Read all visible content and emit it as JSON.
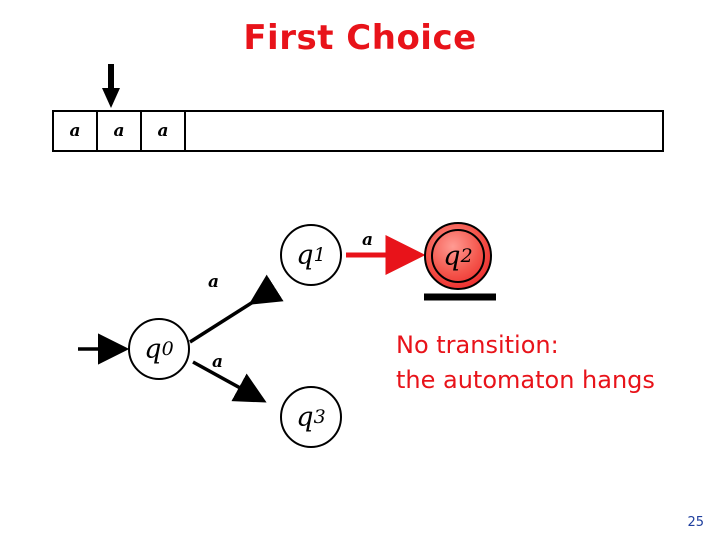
{
  "slide": {
    "title": "First Choice",
    "page_number": "25",
    "title_color": "#e8131a",
    "accent_color": "#e8131a",
    "page_number_color": "#1f3f9e"
  },
  "tape": {
    "cells": [
      "a",
      "a",
      "a",
      "",
      "",
      "",
      "",
      "",
      "",
      "",
      "",
      "",
      ""
    ],
    "head_position": 1,
    "head_icon": "down-arrow-icon"
  },
  "automaton": {
    "states": [
      {
        "id": "q0",
        "label": "q",
        "sub": "0",
        "accepting": false
      },
      {
        "id": "q1",
        "label": "q",
        "sub": "1",
        "accepting": false
      },
      {
        "id": "q2",
        "label": "q",
        "sub": "2",
        "accepting": true
      },
      {
        "id": "q3",
        "label": "q",
        "sub": "3",
        "accepting": false
      }
    ],
    "transitions": [
      {
        "from": "start",
        "to": "q0",
        "label": ""
      },
      {
        "from": "q0",
        "to": "q1",
        "label": "a"
      },
      {
        "from": "q0",
        "to": "q3",
        "label": "a"
      },
      {
        "from": "q1",
        "to": "q2",
        "label": "a",
        "color": "#e8131a"
      }
    ]
  },
  "note": {
    "line1": "No transition:",
    "line2": "the automaton hangs"
  }
}
